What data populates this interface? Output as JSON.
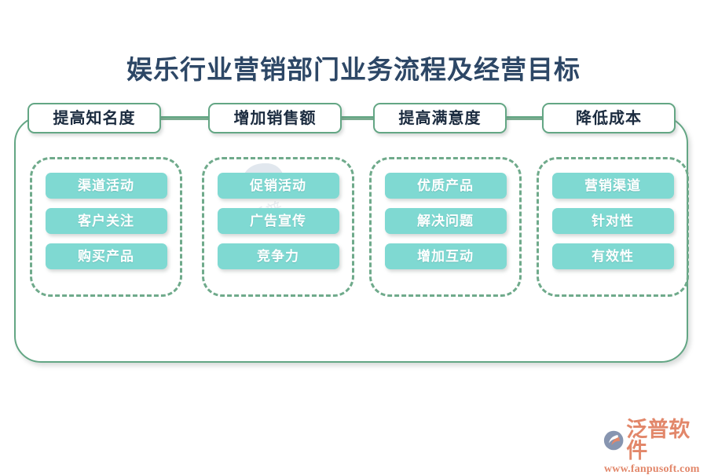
{
  "page": {
    "title": "娱乐行业营销部门业务流程及经营目标",
    "background": "#ffffff"
  },
  "colors": {
    "title_text": "#2d4766",
    "frame_border": "#63a684",
    "group_dashed_border": "#6faa8b",
    "pill_fill": "#7fd9d2",
    "pill_text": "#ffffff",
    "goal_text": "#1b2b3f",
    "brand_text": "#e2876a",
    "brand_icon_blue": "#8795b0"
  },
  "flow": {
    "columns": [
      {
        "goal": "提高知名度",
        "items": [
          "渠道活动",
          "客户关注",
          "购买产品"
        ]
      },
      {
        "goal": "增加销售额",
        "items": [
          "促销活动",
          "广告宣传",
          "竞争力"
        ]
      },
      {
        "goal": "提高满意度",
        "items": [
          "优质产品",
          "解决问题",
          "增加互动"
        ]
      },
      {
        "goal": "降低成本",
        "items": [
          "营销渠道",
          "针对性",
          "有效性"
        ]
      }
    ]
  },
  "brand": {
    "name": "泛普软件",
    "url": "www.fanpusoft.com"
  }
}
